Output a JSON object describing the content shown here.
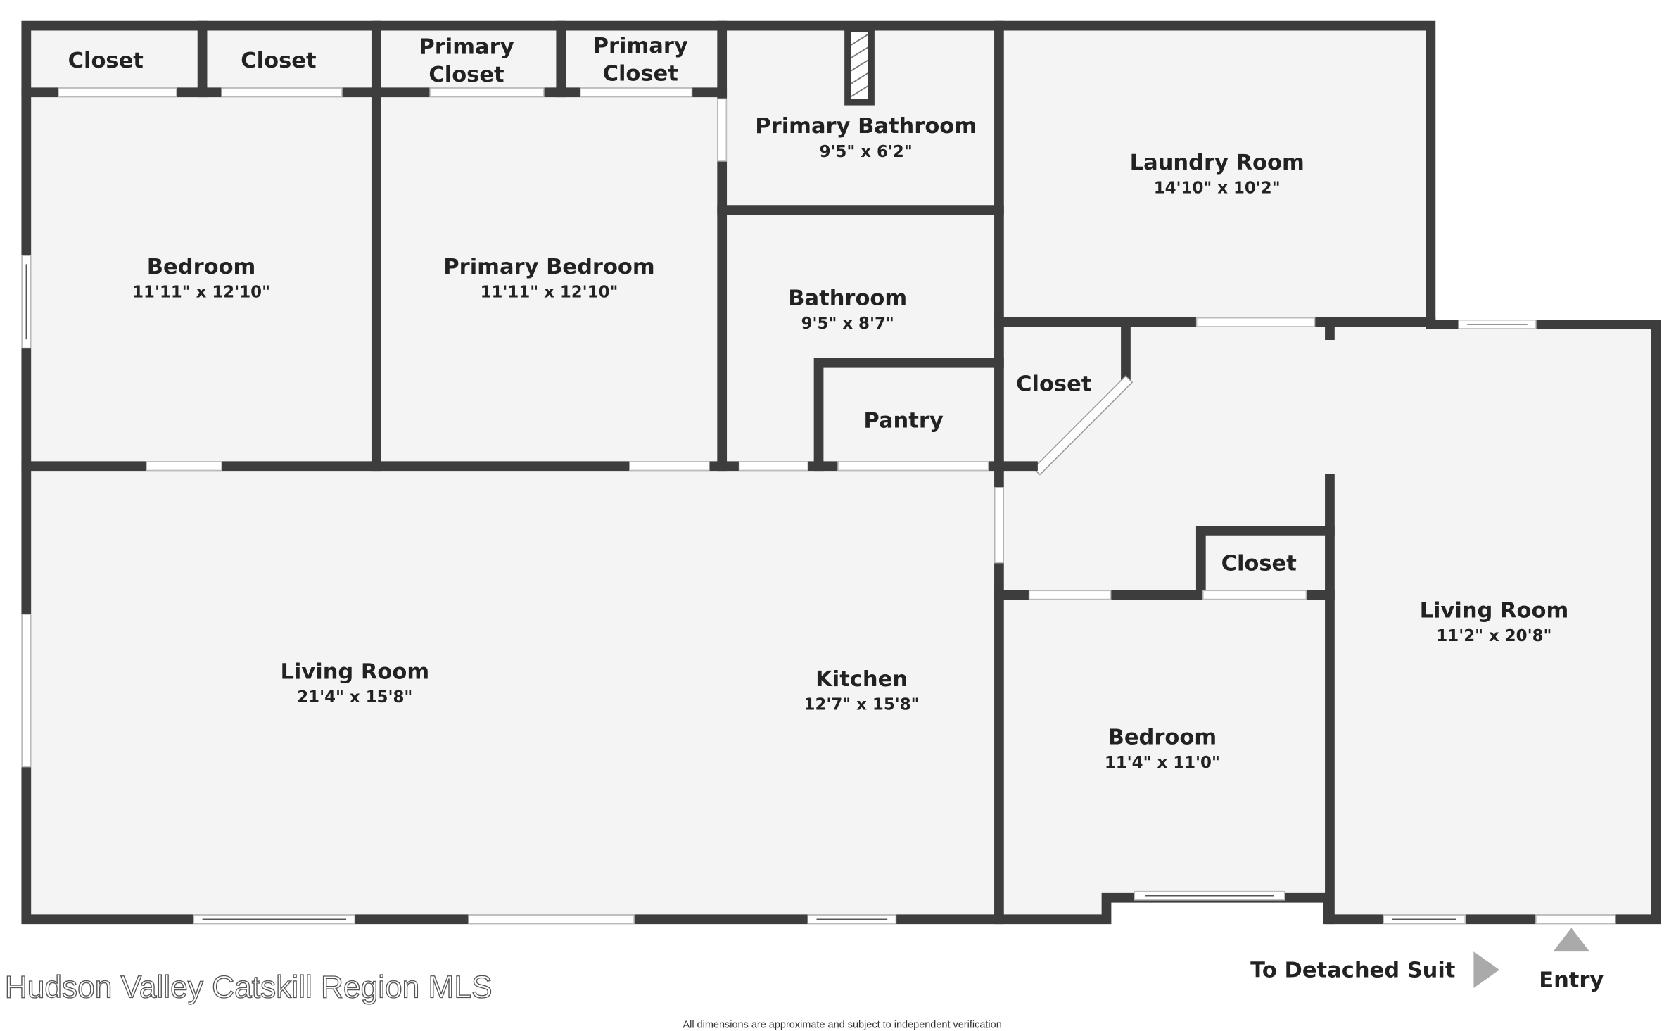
{
  "colors": {
    "wall": "#3d3d3d",
    "floor": "#f4f4f4",
    "opening": "#ffffff",
    "arrow": "#aaaaaa"
  },
  "rooms": {
    "closet_1": {
      "name": "Closet"
    },
    "closet_2": {
      "name": "Closet"
    },
    "primary_closet_1": {
      "name_line1": "Primary",
      "name_line2": "Closet"
    },
    "primary_closet_2": {
      "name_line1": "Primary",
      "name_line2": "Closet"
    },
    "primary_bathroom": {
      "name": "Primary Bathroom",
      "dims": "9'5\" x 6'2\""
    },
    "laundry_room": {
      "name": "Laundry Room",
      "dims": "14'10\" x 10'2\""
    },
    "bedroom_left": {
      "name": "Bedroom",
      "dims": "11'11\" x 12'10\""
    },
    "primary_bedroom": {
      "name": "Primary Bedroom",
      "dims": "11'11\" x 12'10\""
    },
    "bathroom": {
      "name": "Bathroom",
      "dims": "9'5\" x 8'7\""
    },
    "pantry": {
      "name": "Pantry"
    },
    "closet_hall": {
      "name": "Closet"
    },
    "closet_bedroom": {
      "name": "Closet"
    },
    "living_room_main": {
      "name": "Living Room",
      "dims": "21'4\" x 15'8\""
    },
    "kitchen": {
      "name": "Kitchen",
      "dims": "12'7\" x 15'8\""
    },
    "bedroom_right": {
      "name": "Bedroom",
      "dims": "11'4\" x 11'0\""
    },
    "living_room_right": {
      "name": "Living Room",
      "dims": "11'2\" x 20'8\""
    }
  },
  "labels": {
    "detached": "To Detached Suit",
    "entry": "Entry"
  },
  "watermark": "Hudson Valley Catskill Region MLS",
  "disclaimer": "All dimensions are approximate and subject to independent verification"
}
